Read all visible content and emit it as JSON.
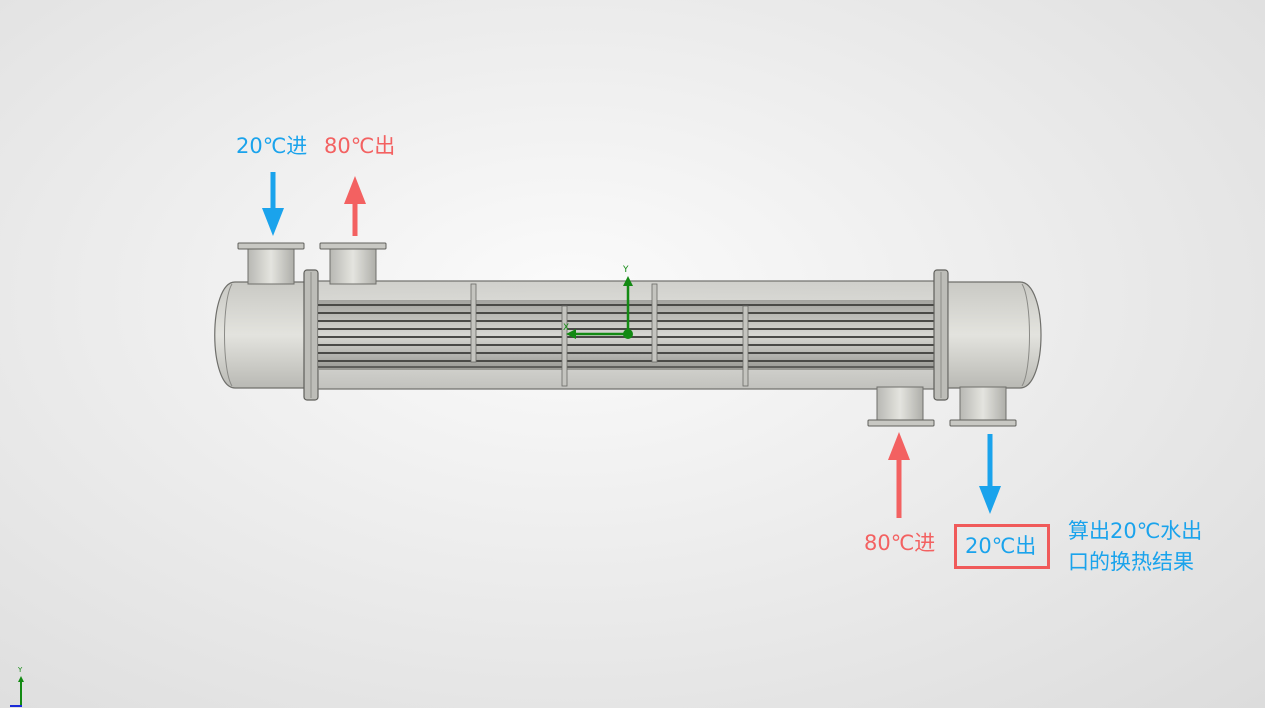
{
  "labels": {
    "cold_inlet": "20℃进",
    "hot_outlet": "80℃出",
    "hot_inlet": "80℃进",
    "cold_outlet": "20℃出"
  },
  "note": {
    "line1": "算出20℃水出",
    "line2": "口的换热结果"
  },
  "axes": {
    "y_label": "Y",
    "x_label": "X"
  },
  "colors": {
    "cold": "#1aa3ec",
    "hot": "#f36161",
    "highlight_box": "#f05a5a",
    "axis_y": "#1a9a1a",
    "axis_x": "#1a9a1a"
  }
}
